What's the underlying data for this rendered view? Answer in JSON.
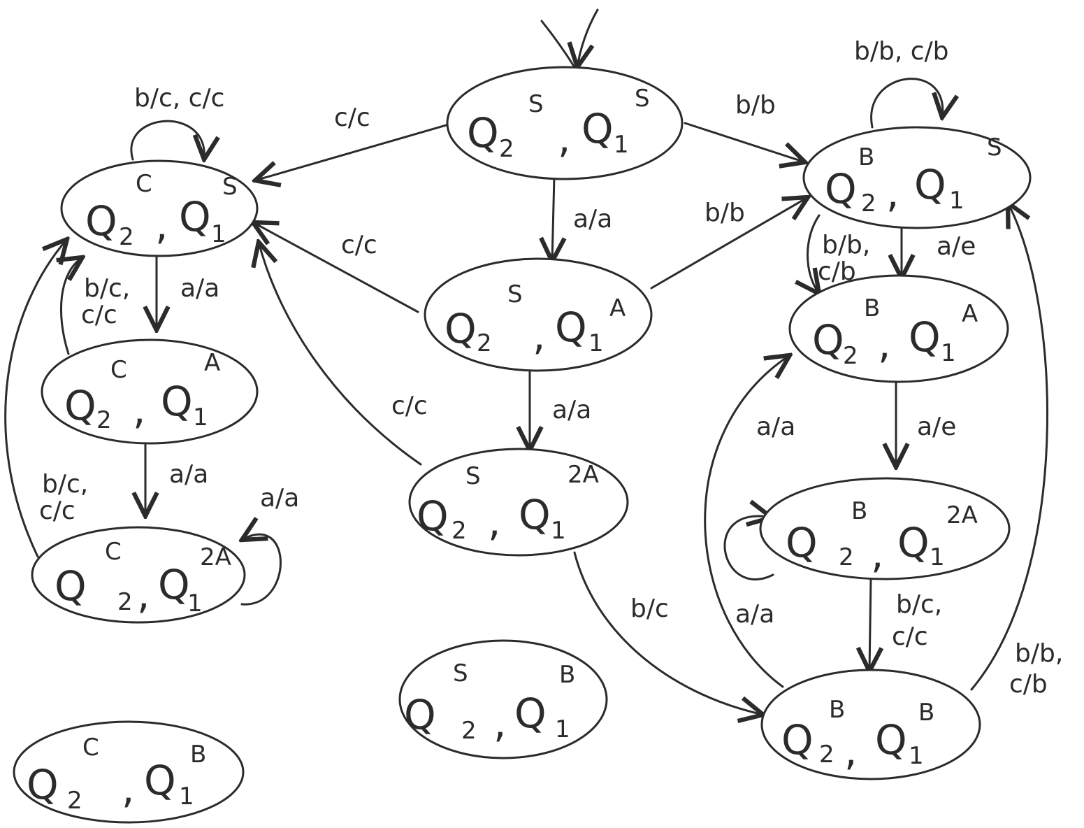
{
  "header_fragment": "",
  "nodes": [
    {
      "id": "s_s",
      "q2": "Q",
      "s2": "2",
      "sep": ",",
      "q1": "Q",
      "s1": "1",
      "sup2": "S",
      "sup1": "S"
    },
    {
      "id": "c_s",
      "q2": "Q",
      "s2": "2",
      "sep": ",",
      "q1": "Q",
      "s1": "1",
      "sup2": "C",
      "sup1": "S"
    },
    {
      "id": "b_s",
      "q2": "Q",
      "s2": "2",
      "sep": ",",
      "q1": "Q",
      "s1": "1",
      "sup2": "B",
      "sup1": "S"
    },
    {
      "id": "s_a",
      "q2": "Q",
      "s2": "2",
      "sep": ",",
      "q1": "Q",
      "s1": "1",
      "sup2": "S",
      "sup1": "A"
    },
    {
      "id": "c_a",
      "q2": "Q",
      "s2": "2",
      "sep": ",",
      "q1": "Q",
      "s1": "1",
      "sup2": "C",
      "sup1": "A"
    },
    {
      "id": "b_a",
      "q2": "Q",
      "s2": "2",
      "sep": ",",
      "q1": "Q",
      "s1": "1",
      "sup2": "B",
      "sup1": "A"
    },
    {
      "id": "s_2a",
      "q2": "Q",
      "s2": "2",
      "sep": ",",
      "q1": "Q",
      "s1": "1",
      "sup2": "S",
      "sup1": "2A"
    },
    {
      "id": "c_2a",
      "q2": "Q",
      "s2": "2",
      "sep": ",",
      "q1": "Q",
      "s1": "1",
      "sup2": "C",
      "sup1": "2A"
    },
    {
      "id": "b_2a",
      "q2": "Q",
      "s2": "2",
      "sep": ",",
      "q1": "Q",
      "s1": "1",
      "sup2": "B",
      "sup1": "2A"
    },
    {
      "id": "s_b",
      "q2": "Q",
      "s2": "2",
      "sep": ",",
      "q1": "Q",
      "s1": "1",
      "sup2": "S",
      "sup1": "B"
    },
    {
      "id": "b_b",
      "q2": "Q",
      "s2": "2",
      "sep": ",",
      "q1": "Q",
      "s1": "1",
      "sup2": "B",
      "sup1": "B"
    },
    {
      "id": "c_b",
      "q2": "Q",
      "s2": "2",
      "sep": ",",
      "q1": "Q",
      "s1": "1",
      "sup2": "C",
      "sup1": "B"
    }
  ],
  "edges": [
    {
      "id": "e_ss_cs",
      "label": "c/c"
    },
    {
      "id": "e_ss_bs",
      "label": "b/b"
    },
    {
      "id": "e_ss_sa",
      "label": "a/a"
    },
    {
      "id": "e_cs_loop",
      "label": "b/c, c/c"
    },
    {
      "id": "e_bs_loop",
      "label": "b/b, c/b"
    },
    {
      "id": "e_sa_cs",
      "label": "c/c"
    },
    {
      "id": "e_sa_bs",
      "label": "b/b"
    },
    {
      "id": "e_sa_s2a",
      "label": "a/a"
    },
    {
      "id": "e_s2a_cs",
      "label": "c/c"
    },
    {
      "id": "e_s2a_bb",
      "label": "b/c"
    },
    {
      "id": "e_cs_ca",
      "label": "a/a"
    },
    {
      "id": "e_ca_cs",
      "label_l1": "b/c,",
      "label_l2": "c/c"
    },
    {
      "id": "e_ca_c2a",
      "label": "a/a"
    },
    {
      "id": "e_c2a_loop",
      "label": "a/a"
    },
    {
      "id": "e_c2a_cs",
      "label_l1": "b/c,",
      "label_l2": "c/c"
    },
    {
      "id": "e_bs_ba",
      "label_l1": "b/b,",
      "label_l2": "c/b"
    },
    {
      "id": "e_ba_bs",
      "label": "a/e"
    },
    {
      "id": "e_ba_b2a",
      "label": "a/e"
    },
    {
      "id": "e_b2a_loop",
      "label": "a/a"
    },
    {
      "id": "e_b2a_bb",
      "label_l1": "b/c,",
      "label_l2": "c/c"
    },
    {
      "id": "e_bb_ba",
      "label": "a/a"
    },
    {
      "id": "e_bb_bs",
      "label_l1": "b/b,",
      "label_l2": "c/b"
    }
  ]
}
